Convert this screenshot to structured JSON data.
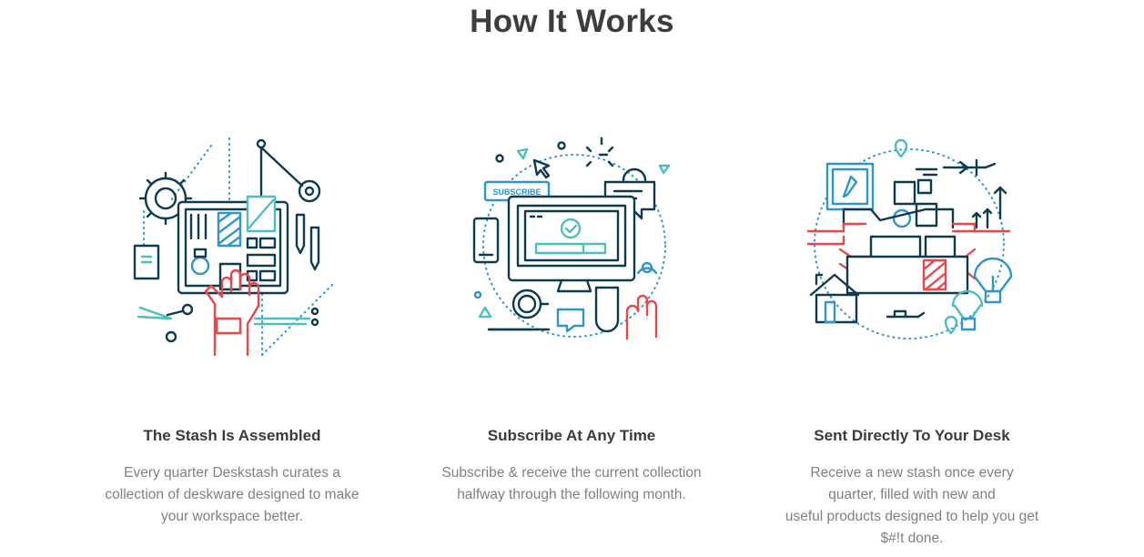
{
  "section": {
    "title": "How It Works"
  },
  "steps": [
    {
      "title": "The Stash Is Assembled",
      "description": "Every quarter Deskstash curates a\ncollection of deskware designed to make\nyour workspace better.",
      "icon": "assembly-illustration"
    },
    {
      "title": "Subscribe At Any Time",
      "description": "Subscribe & receive the current collection\nhalfway through the following month.",
      "icon": "subscribe-illustration",
      "badge_label": "SUBSCRIBE"
    },
    {
      "title": "Sent Directly To Your Desk",
      "description": "Receive a new stash once every\nquarter, filled with new and\nuseful products designed to help you get\n$#!t done.",
      "icon": "delivery-illustration"
    }
  ],
  "colors": {
    "navy": "#0e3b4e",
    "teal": "#4fbdbb",
    "red": "#e8474c",
    "blue": "#2e96c8",
    "heading": "#3d3d3d",
    "body_text": "#808080"
  }
}
